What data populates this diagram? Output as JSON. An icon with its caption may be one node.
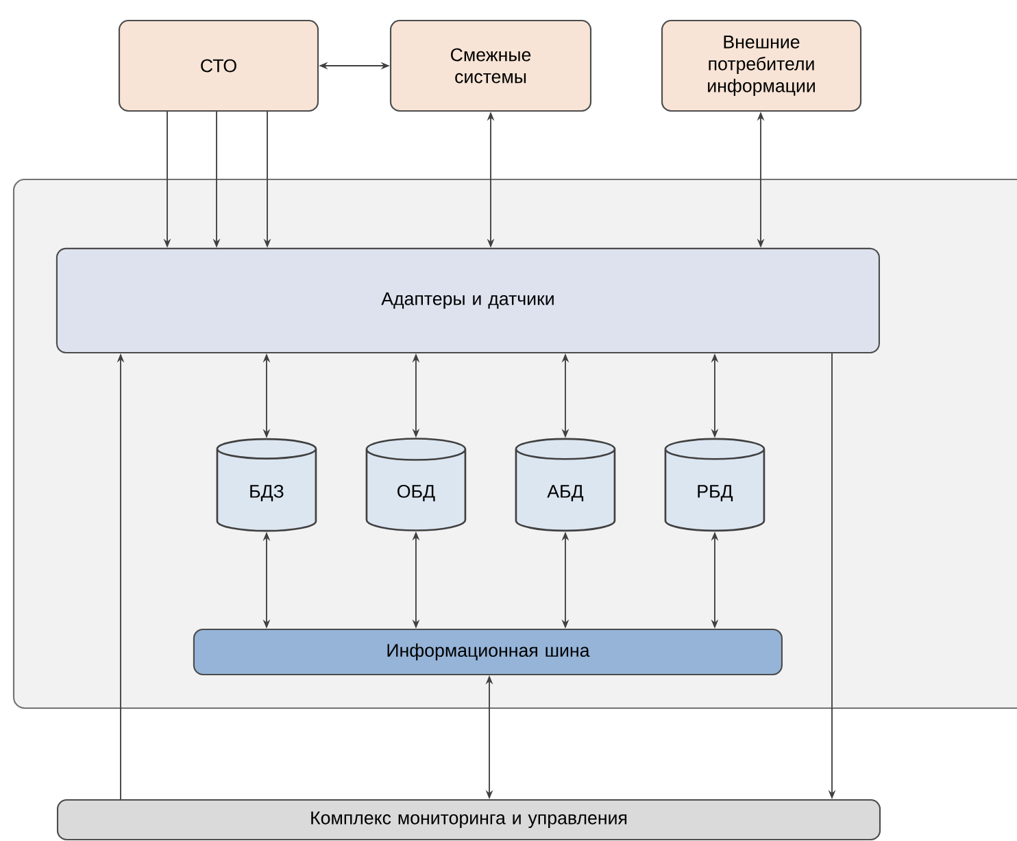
{
  "diagram": {
    "nodes": [
      {
        "text": [
          "СТО"
        ]
      },
      {
        "text": [
          "Смежные системы"
        ]
      },
      {
        "text": [
          "Внешние потребители информации"
        ]
      },
      {
        "text": [],
        "shape": "box"
      },
      {
        "text": [
          "Адаптеры и датчики"
        ],
        "in": 3
      },
      {
        "text": [
          "БДЗ"
        ],
        "in": 3
      },
      {
        "text": [
          "ОБД"
        ],
        "in": 3
      },
      {
        "text": [
          "АБД"
        ],
        "in": 3
      },
      {
        "text": [
          "РБД"
        ],
        "in": 3
      },
      {
        "text": [
          "Информационная шина"
        ],
        "in": 3
      },
      {
        "text": [
          "Комплекс мониторинга и управления"
        ]
      }
    ],
    "edges": [
      {
        "from": 0,
        "to": 1,
        "arrow": "both"
      },
      {
        "from": 0,
        "to": 4,
        "arrow": "to"
      },
      {
        "from": 0,
        "to": 4,
        "arrow": "to"
      },
      {
        "from": 0,
        "to": 4,
        "arrow": "to"
      },
      {
        "from": 1,
        "to": 4,
        "arrow": "both"
      },
      {
        "from": 2,
        "to": 4,
        "arrow": "both"
      },
      {
        "from": 4,
        "to": 5,
        "arrow": "both"
      },
      {
        "from": 4,
        "to": 6,
        "arrow": "both"
      },
      {
        "from": 4,
        "to": 7,
        "arrow": "both"
      },
      {
        "from": 4,
        "to": 8,
        "arrow": "both"
      },
      {
        "from": 5,
        "to": 9,
        "arrow": "both"
      },
      {
        "from": 6,
        "to": 9,
        "arrow": "both"
      },
      {
        "from": 7,
        "to": 9,
        "arrow": "both"
      },
      {
        "from": 8,
        "to": 9,
        "arrow": "both"
      },
      {
        "from": 9,
        "to": 10,
        "arrow": "both"
      },
      {
        "from": 10,
        "to": 4,
        "arrow": "to"
      },
      {
        "from": 4,
        "to": 10,
        "arrow": "to"
      }
    ]
  }
}
